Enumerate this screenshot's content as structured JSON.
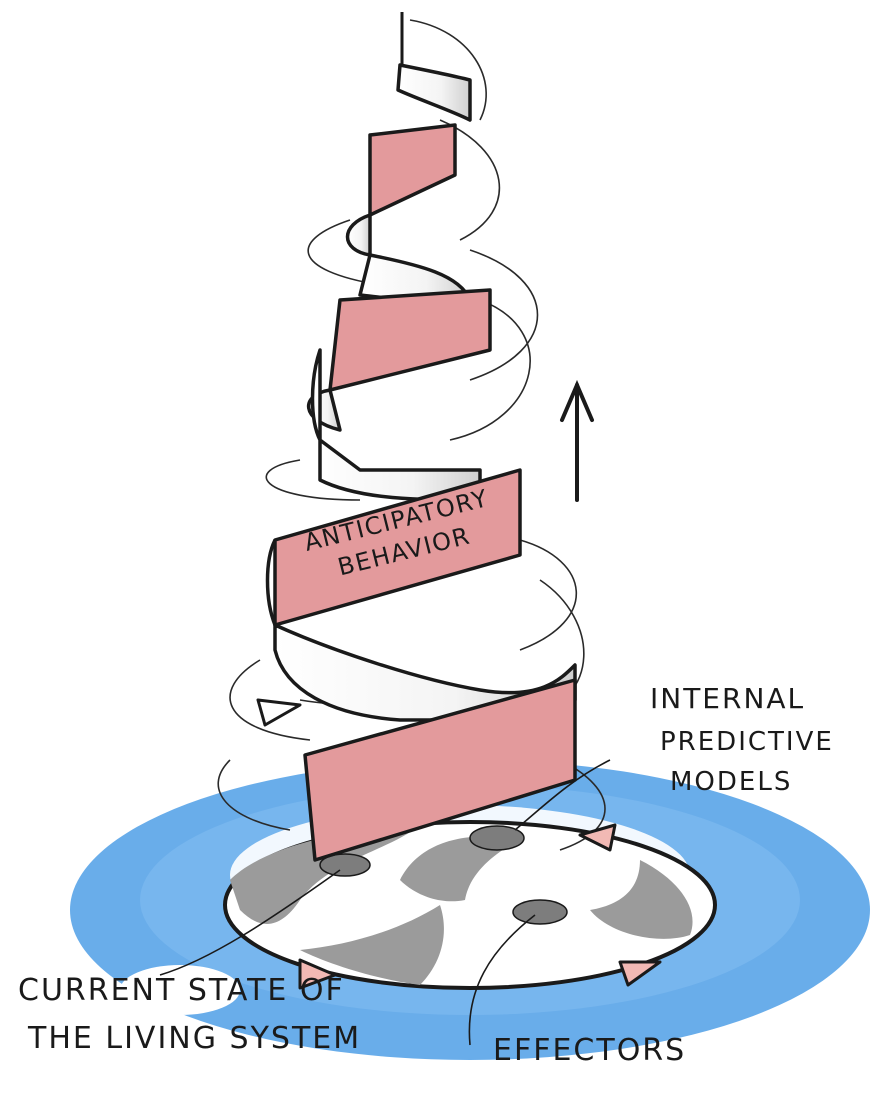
{
  "labels": {
    "ribbon_line1": "ANTICIPATORY",
    "ribbon_line2": "BEHAVIOR",
    "internal_line1": "INTERNAL",
    "internal_line2": "PREDICTIVE",
    "internal_line3": "MODELS",
    "current_line1": "CURRENT STATE OF",
    "current_line2": "THE LIVING SYSTEM",
    "effectors": "EFFECTORS"
  },
  "colors": {
    "ribbon_fill": "#e39a9c",
    "water": "#4f9fe6",
    "disc_pattern": "#9b9b9b",
    "ink": "#1a1a1a",
    "arrowhead_fill": "#f2b9b4"
  },
  "icons": {
    "up_arrow": "up-arrow-icon",
    "direction_markers": "triangle-arrowhead-icon"
  }
}
